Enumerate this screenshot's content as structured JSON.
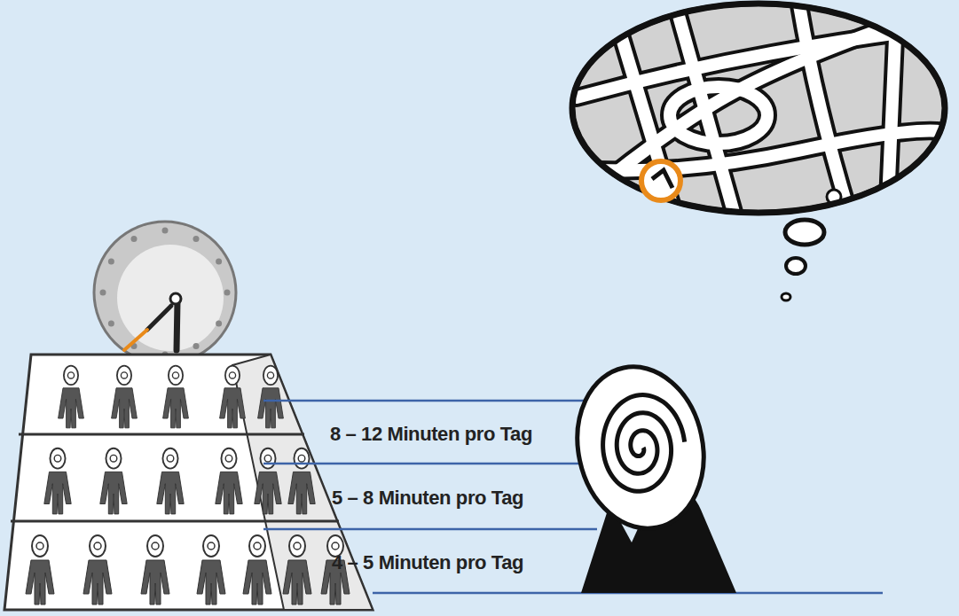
{
  "diagram": {
    "labels": [
      "8 – 12 Minuten pro Tag",
      "5 – 8 Minuten pro Tag",
      "4 – 5 Minuten pro Tag"
    ]
  }
}
